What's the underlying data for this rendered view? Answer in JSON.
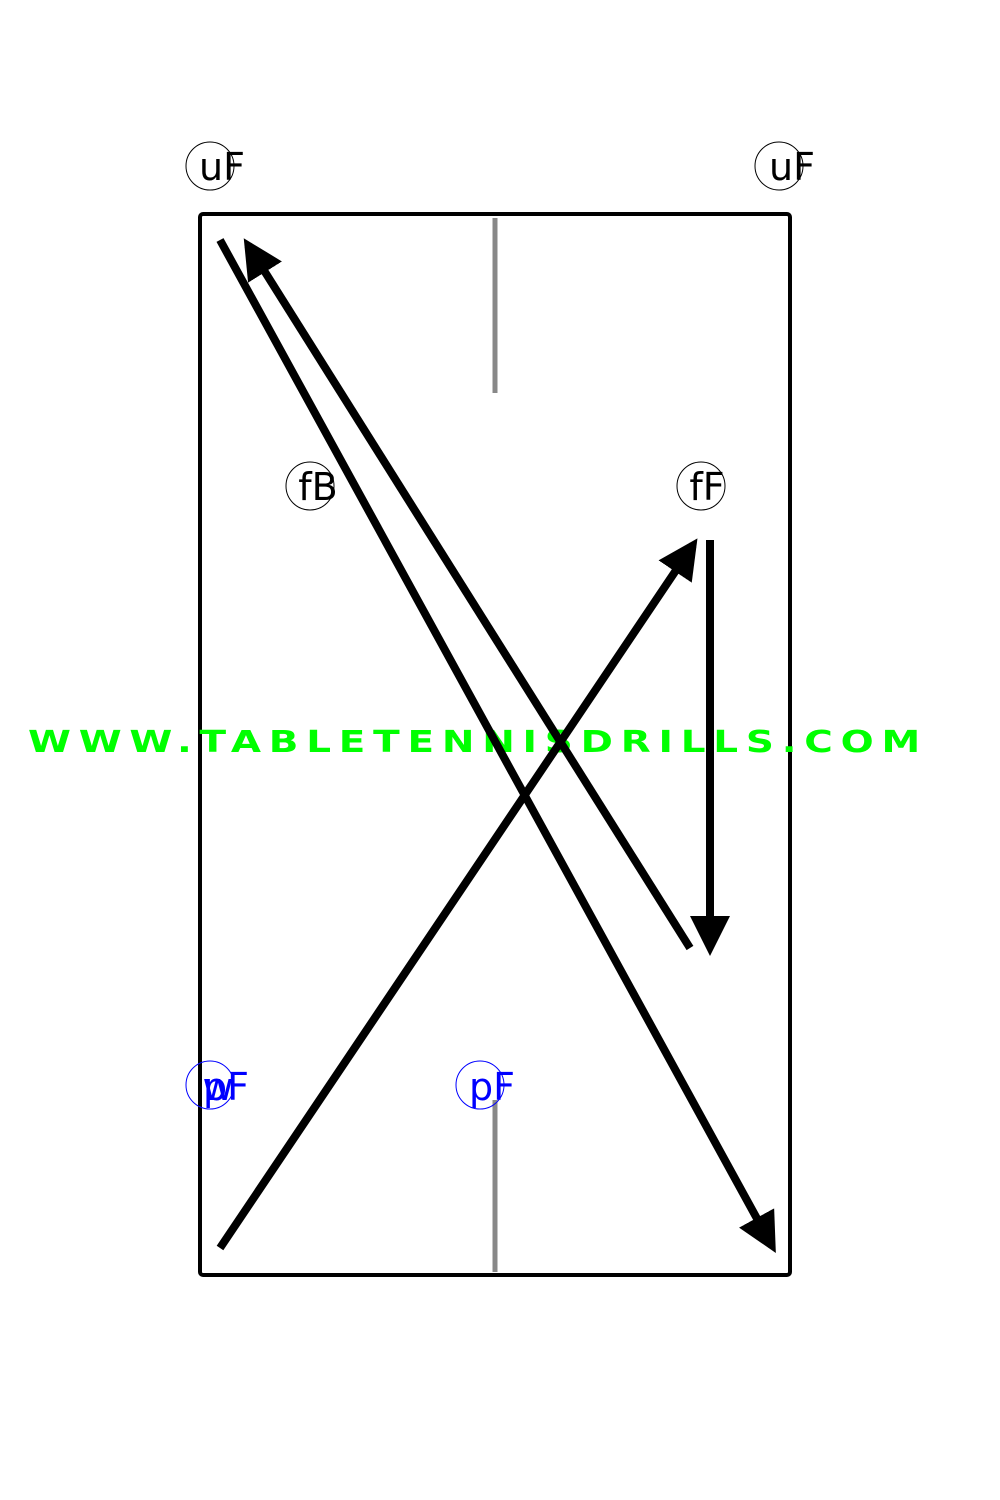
{
  "watermark": {
    "text": "WWW.TABLETENNISDRILLS.COM",
    "color": "#00ff00"
  },
  "colors": {
    "ink": "#000000",
    "centerline": "#888888",
    "player": "#0000ff"
  },
  "markers": {
    "top_left": "uF",
    "top_right": "uF",
    "mid_left": "fB",
    "mid_right": "fF",
    "bottom_left": "pF",
    "bottom_left_overlap": "w",
    "bottom_center": "pF"
  }
}
